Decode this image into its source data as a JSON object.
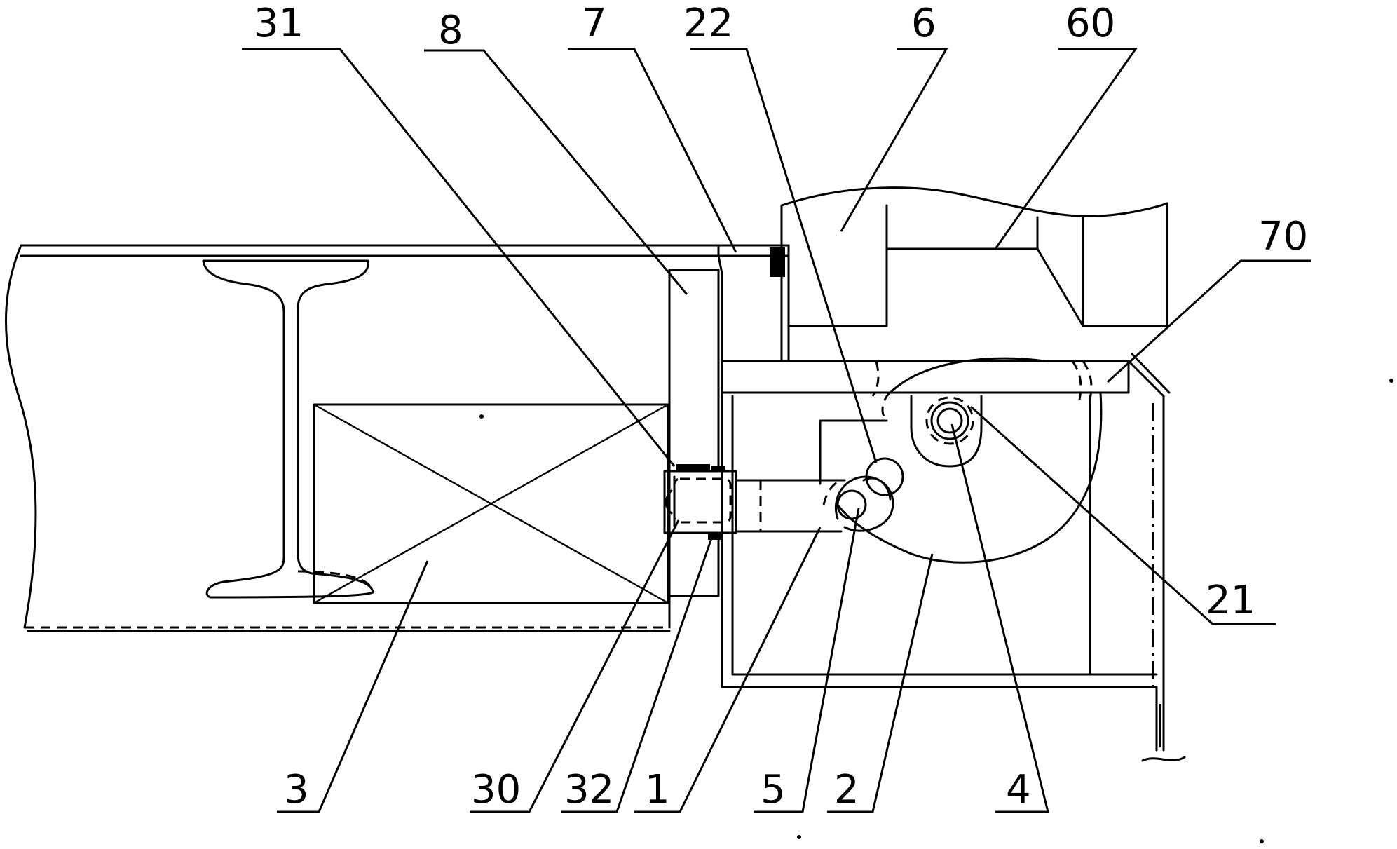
{
  "labels": {
    "l31": "31",
    "l8": "8",
    "l7": "7",
    "l22": "22",
    "l6": "6",
    "l60": "60",
    "l70": "70",
    "l21": "21",
    "l3": "3",
    "l30": "30",
    "l32": "32",
    "l1": "1",
    "l5": "5",
    "l2": "2",
    "l4": "4"
  }
}
